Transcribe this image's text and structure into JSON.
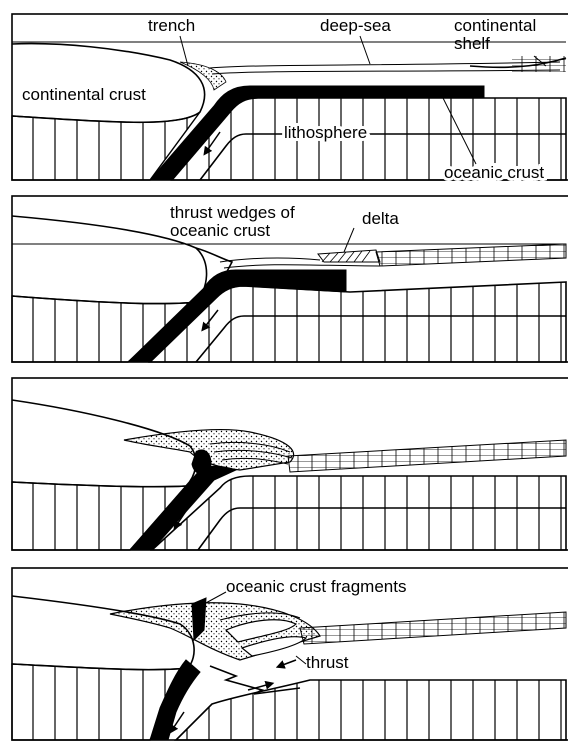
{
  "panel1": {
    "labels": {
      "trench": "trench",
      "deep_sea": "deep-sea",
      "continental_shelf_1": "continental",
      "continental_shelf_2": "shelf",
      "continental_crust": "continental crust",
      "lithosphere": "lithosphere",
      "oceanic_crust": "oceanic crust"
    }
  },
  "panel2": {
    "labels": {
      "thrust_wedges_1": "thrust wedges of",
      "thrust_wedges_2": "oceanic crust",
      "delta": "delta"
    }
  },
  "panel4": {
    "labels": {
      "fragments": "oceanic crust fragments",
      "thrust": "thrust"
    }
  }
}
